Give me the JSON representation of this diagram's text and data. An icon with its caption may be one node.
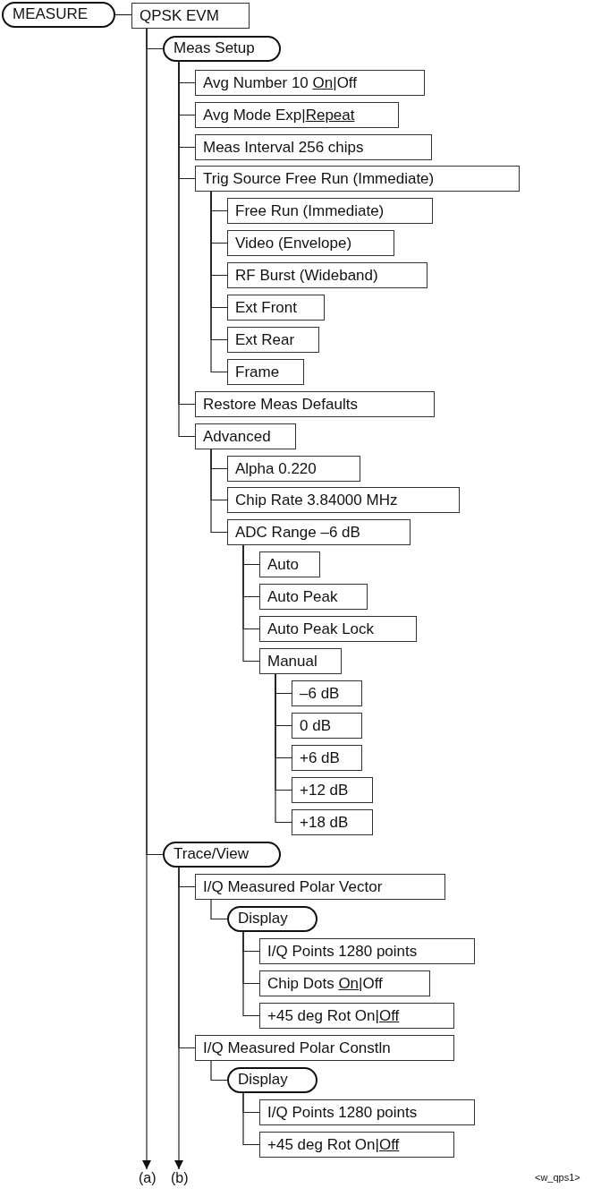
{
  "diagram": {
    "nodes": [
      {
        "text": [
          "MEASURE"
        ]
      },
      {
        "text": [
          "QPSK EVM"
        ]
      },
      {
        "text": [
          "Meas Setup"
        ]
      },
      {
        "text": [
          "Avg Number 10 *On*|Off"
        ]
      },
      {
        "text": [
          "Avg Mode Exp|*Repeat*"
        ]
      },
      {
        "text": [
          "Meas Interval 256 chips"
        ]
      },
      {
        "text": [
          "Trig Source Free Run (Immediate)"
        ]
      },
      {
        "text": [
          "Free Run (Immediate)"
        ]
      },
      {
        "text": [
          "Video (Envelope)"
        ]
      },
      {
        "text": [
          "RF Burst (Wideband)"
        ]
      },
      {
        "text": [
          "Ext Front"
        ]
      },
      {
        "text": [
          "Ext Rear"
        ]
      },
      {
        "text": [
          "Frame"
        ]
      },
      {
        "text": [
          "Restore Meas Defaults"
        ]
      },
      {
        "text": [
          "Advanced"
        ]
      },
      {
        "text": [
          "Alpha 0.220"
        ]
      },
      {
        "text": [
          "Chip Rate 3.84000 MHz"
        ]
      },
      {
        "text": [
          "ADC Range –6 dB"
        ]
      },
      {
        "text": [
          "Auto"
        ]
      },
      {
        "text": [
          "Auto Peak"
        ]
      },
      {
        "text": [
          "Auto Peak Lock"
        ]
      },
      {
        "text": [
          "Manual"
        ]
      },
      {
        "text": [
          "–6 dB"
        ]
      },
      {
        "text": [
          "0 dB"
        ]
      },
      {
        "text": [
          "+6 dB"
        ]
      },
      {
        "text": [
          "+12 dB"
        ]
      },
      {
        "text": [
          "+18 dB"
        ]
      },
      {
        "text": [
          "Trace/View"
        ]
      },
      {
        "text": [
          "I/Q Measured Polar Vector"
        ]
      },
      {
        "text": [
          "Display"
        ]
      },
      {
        "text": [
          "I/Q Points 1280 points"
        ]
      },
      {
        "text": [
          "Chip Dots *On*|Off"
        ]
      },
      {
        "text": [
          "+45 deg Rot On|*Off*"
        ]
      },
      {
        "text": [
          "I/Q Measured Polar Constln"
        ]
      },
      {
        "text": [
          "Display"
        ]
      },
      {
        "text": [
          "I/Q Points 1280 points"
        ]
      },
      {
        "text": [
          "+45 deg Rot On|*Off*"
        ]
      },
      {
        "text": [
          "(a)"
        ]
      },
      {
        "text": [
          "(b)"
        ]
      }
    ],
    "edges": [
      {
        "from": 0,
        "to": 1,
        "arrow": "none"
      },
      {
        "from": 1,
        "to": 2,
        "arrow": "none"
      },
      {
        "from": 2,
        "to": 3,
        "arrow": "none"
      },
      {
        "from": 2,
        "to": 4,
        "arrow": "none"
      },
      {
        "from": 2,
        "to": 5,
        "arrow": "none"
      },
      {
        "from": 2,
        "to": 6,
        "arrow": "none"
      },
      {
        "from": 6,
        "to": 7,
        "arrow": "none"
      },
      {
        "from": 6,
        "to": 8,
        "arrow": "none"
      },
      {
        "from": 6,
        "to": 9,
        "arrow": "none"
      },
      {
        "from": 6,
        "to": 10,
        "arrow": "none"
      },
      {
        "from": 6,
        "to": 11,
        "arrow": "none"
      },
      {
        "from": 6,
        "to": 12,
        "arrow": "none"
      },
      {
        "from": 2,
        "to": 13,
        "arrow": "none"
      },
      {
        "from": 2,
        "to": 14,
        "arrow": "none"
      },
      {
        "from": 14,
        "to": 15,
        "arrow": "none"
      },
      {
        "from": 14,
        "to": 16,
        "arrow": "none"
      },
      {
        "from": 14,
        "to": 17,
        "arrow": "none"
      },
      {
        "from": 17,
        "to": 18,
        "arrow": "none"
      },
      {
        "from": 17,
        "to": 19,
        "arrow": "none"
      },
      {
        "from": 17,
        "to": 20,
        "arrow": "none"
      },
      {
        "from": 17,
        "to": 21,
        "arrow": "none"
      },
      {
        "from": 21,
        "to": 22,
        "arrow": "none"
      },
      {
        "from": 21,
        "to": 23,
        "arrow": "none"
      },
      {
        "from": 21,
        "to": 24,
        "arrow": "none"
      },
      {
        "from": 21,
        "to": 25,
        "arrow": "none"
      },
      {
        "from": 21,
        "to": 26,
        "arrow": "none"
      },
      {
        "from": 1,
        "to": 27,
        "arrow": "none"
      },
      {
        "from": 27,
        "to": 28,
        "arrow": "none"
      },
      {
        "from": 28,
        "to": 29,
        "arrow": "none"
      },
      {
        "from": 29,
        "to": 30,
        "arrow": "none"
      },
      {
        "from": 29,
        "to": 31,
        "arrow": "none"
      },
      {
        "from": 29,
        "to": 32,
        "arrow": "none"
      },
      {
        "from": 27,
        "to": 33,
        "arrow": "none"
      },
      {
        "from": 33,
        "to": 34,
        "arrow": "none"
      },
      {
        "from": 34,
        "to": 35,
        "arrow": "none"
      },
      {
        "from": 34,
        "to": 36,
        "arrow": "none"
      },
      {
        "from": 1,
        "to": 37,
        "arrow": "to"
      },
      {
        "from": 27,
        "to": 38,
        "arrow": "to"
      }
    ],
    "labels": [
      "<w_qps1>"
    ]
  }
}
